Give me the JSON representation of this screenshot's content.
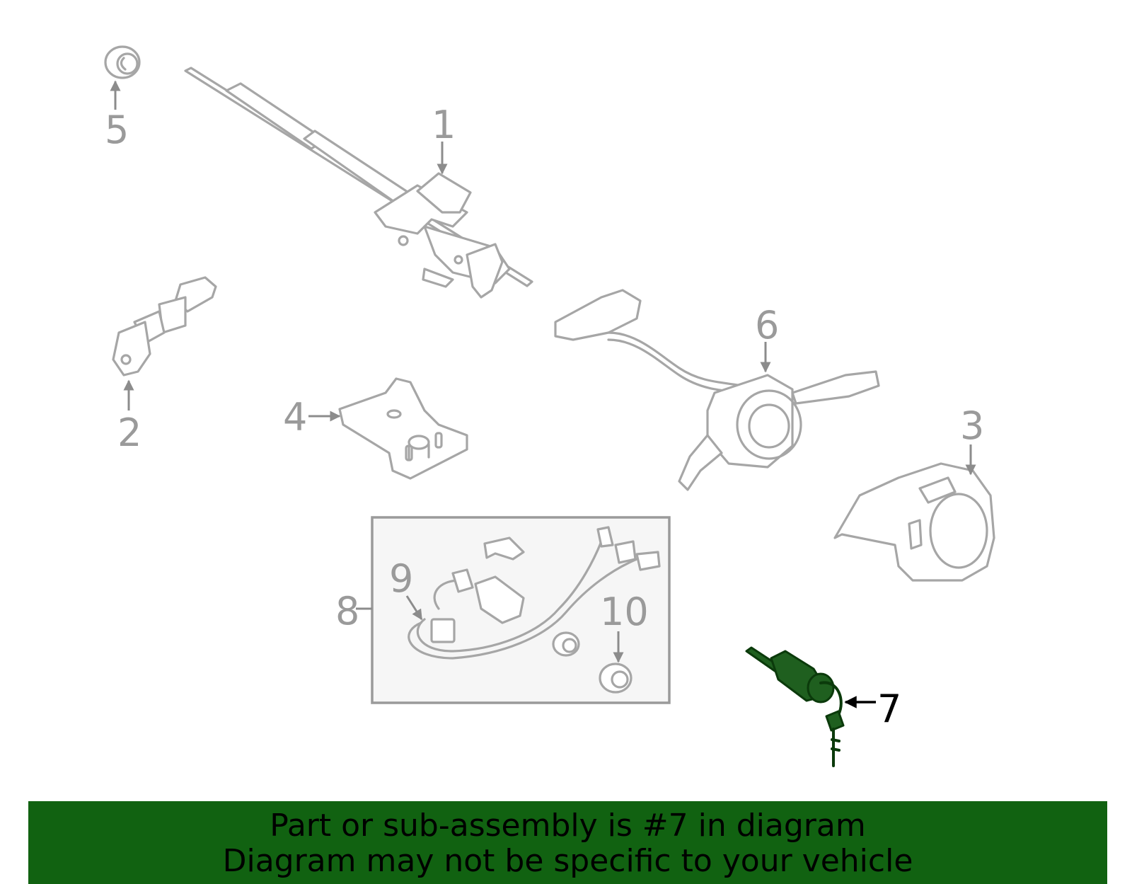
{
  "callouts": {
    "c1": "1",
    "c2": "2",
    "c3": "3",
    "c4": "4",
    "c5": "5",
    "c6": "6",
    "c7": "7",
    "c8": "8",
    "c9": "9",
    "c10": "10"
  },
  "highlight_part": "7",
  "colors": {
    "banner_bg": "#116211",
    "highlight": "#1f5f1f",
    "line_art": "#a6a6a6"
  },
  "banner": {
    "line1": "Part or sub-assembly is #7 in diagram",
    "line2": "Diagram may not be specific to your vehicle"
  }
}
